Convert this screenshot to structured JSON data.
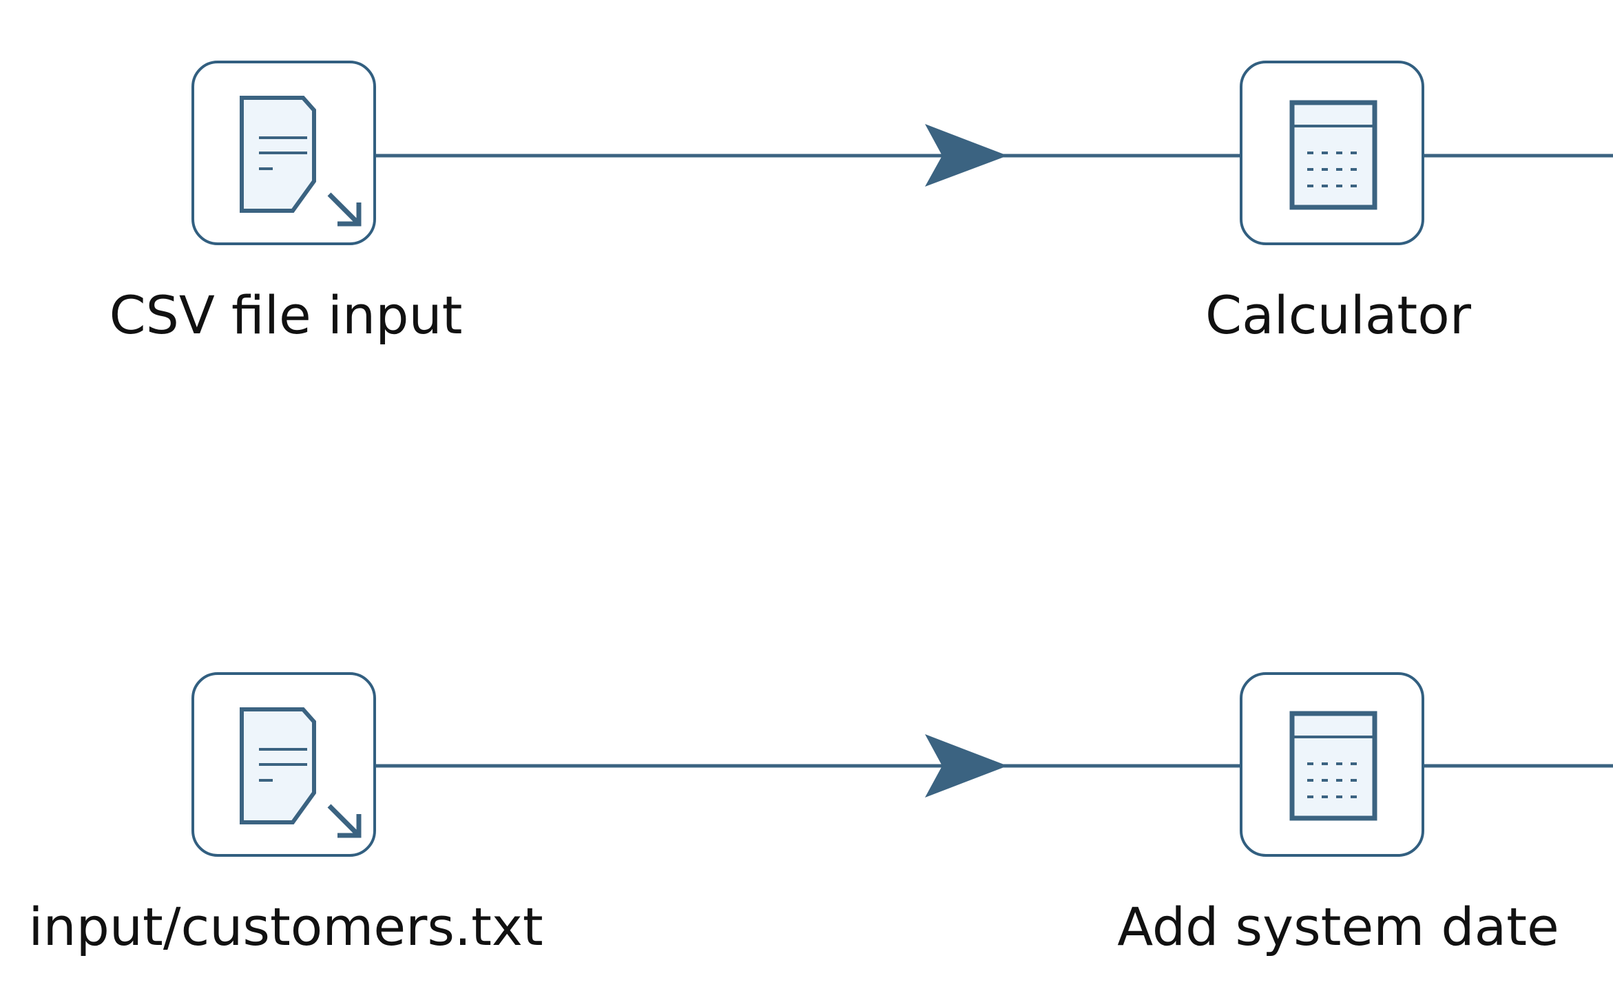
{
  "accent_color": "#3b6381",
  "icon_fill_color": "#eef5fb",
  "rows": [
    {
      "input_step": {
        "label": "CSV file input",
        "icon": "csv-file-input-icon"
      },
      "target_step": {
        "label": "Calculator",
        "icon": "calculator-icon"
      }
    },
    {
      "input_step": {
        "label": "input/customers.txt",
        "icon": "text-file-input-icon"
      },
      "target_step": {
        "label": "Add system date",
        "icon": "calculator-icon"
      }
    }
  ]
}
